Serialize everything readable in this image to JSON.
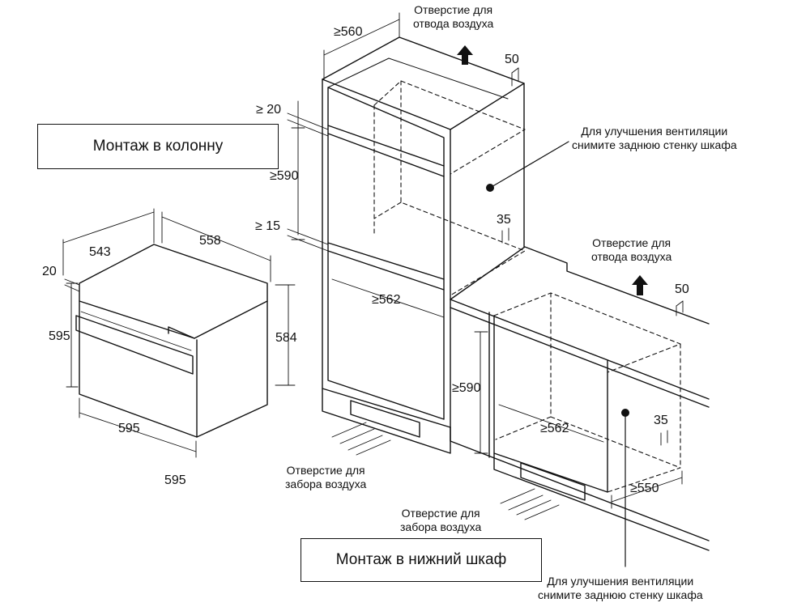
{
  "titles": {
    "column": "Монтаж в колонну",
    "under_counter": "Монтаж в нижний шкаф"
  },
  "notes": {
    "exhaust_top": [
      "Отверстие для",
      "отвода воздуха"
    ],
    "exhaust_right": [
      "Отверстие для",
      "отвода воздуха"
    ],
    "ventilation_top": [
      "Для улучшения вентиляции",
      "снимите заднюю стенку шкафа"
    ],
    "ventilation_bottom": [
      "Для улучшения вентиляции",
      "снимите заднюю стенку шкафа"
    ],
    "intake_left": [
      "Отверстие для",
      "забора воздуха"
    ],
    "intake_middle": [
      "Отверстие для",
      "забора воздуха"
    ]
  },
  "dimensions": {
    "oven_depth": "543",
    "oven_width_top": "558",
    "oven_front_depth": "20",
    "oven_height_front": "595",
    "oven_height_side": "584",
    "oven_width_bottom": "595",
    "oven_width_floor": "595",
    "col_depth": "≥560",
    "col_vent_gap": "50",
    "col_top_gap": "≥ 20",
    "col_niche_height": "≥590",
    "col_bottom_gap": "≥ 15",
    "col_niche_width": "≥562",
    "col_back_gap": "35",
    "uc_vent_gap": "50",
    "uc_niche_height": "≥590",
    "uc_niche_width": "≥562",
    "uc_back_gap": "35",
    "uc_depth": "≥550"
  }
}
